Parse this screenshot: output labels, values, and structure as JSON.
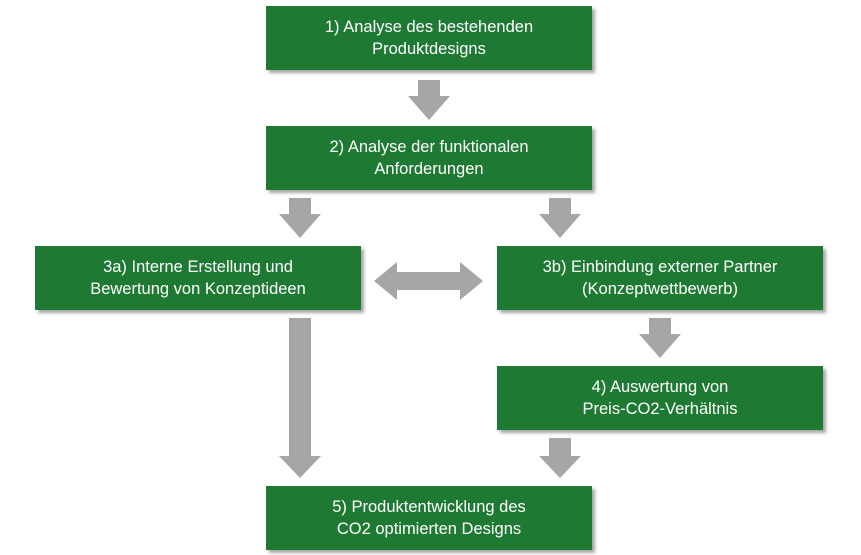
{
  "nodes": {
    "n1": {
      "line1": "1) Analyse des bestehenden",
      "line2": "Produktdesigns"
    },
    "n2": {
      "line1": "2) Analyse der funktionalen",
      "line2": "Anforderungen"
    },
    "n3a": {
      "line1": "3a) Interne Erstellung und",
      "line2": "Bewertung von Konzeptideen"
    },
    "n3b": {
      "line1": "3b) Einbindung externer Partner",
      "line2": "(Konzeptwettbewerb)"
    },
    "n4": {
      "line1": "4) Auswertung von",
      "line2": "Preis-CO2-Verhältnis"
    },
    "n5": {
      "line1": "5) Produktentwicklung des",
      "line2": "CO2 optimierten Designs"
    }
  },
  "colors": {
    "node_fill": "#1e7a32",
    "node_text": "#ffffff",
    "arrow": "#a6a6a6"
  }
}
